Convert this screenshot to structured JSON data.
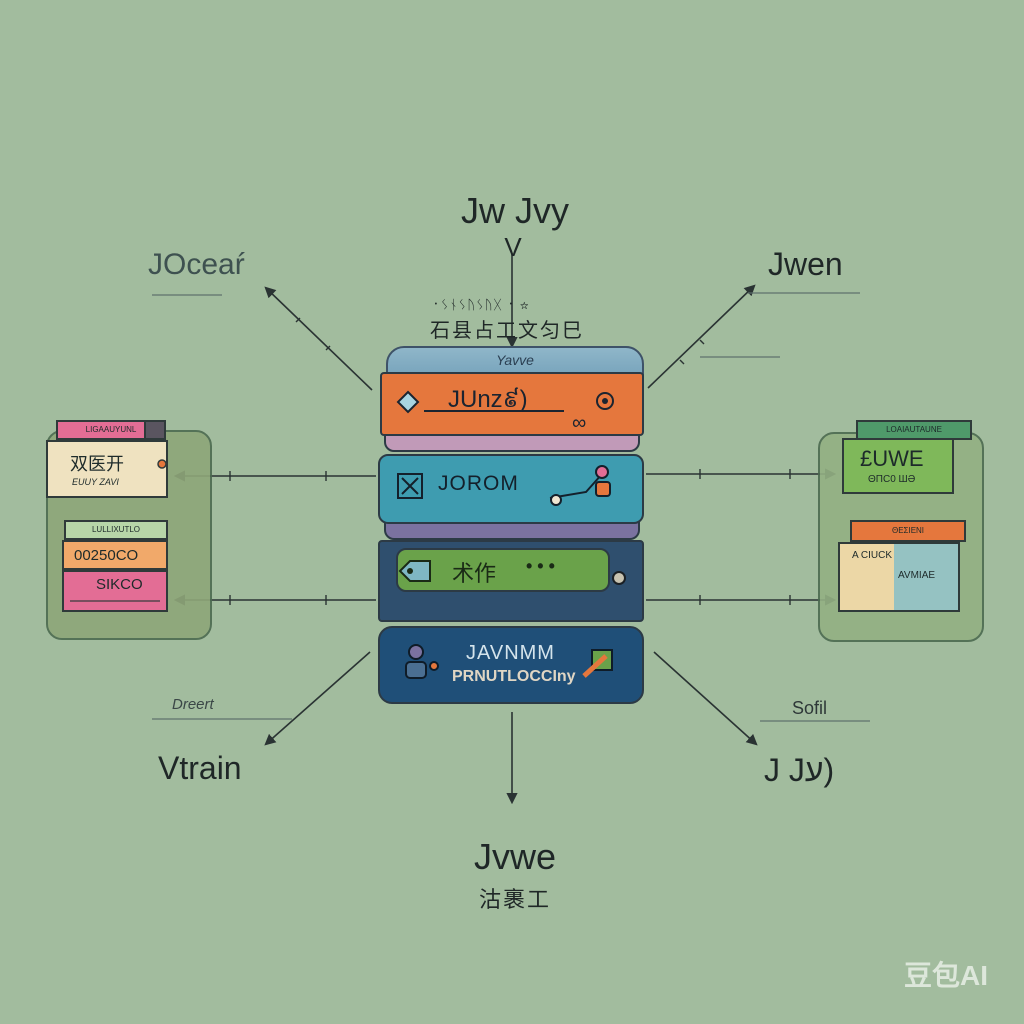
{
  "labels": {
    "top_title": "Jw Jvy",
    "top_sub": "V",
    "top_cn_small": "᛫ᛊᚾᛊᚢᛊᚢᚷ ᛫ ☆",
    "top_cn": "石县占工文匀巳",
    "top_left": "JOceaŕ",
    "top_right": "Jwen",
    "bottom_left_small": "Dreert",
    "bottom_left": "Vtrain",
    "bottom_right_small": "Sofil",
    "bottom_right": "J Jע)",
    "bottom_title": "Jvwe",
    "bottom_cn": "沽裹工"
  },
  "stack": {
    "cap_label": "Yavve",
    "layer1_label": "JUnz៩)",
    "layer1_sub": "∞",
    "layer2_label": "JOROM",
    "layer3_label": "术作",
    "layer3_dots": "• • •",
    "layer4_title": "JAVNMM",
    "layer4_sub": "PRNUTLOCCIny"
  },
  "left_cards": {
    "card1_tab": "LIGAAUYUNL",
    "card1_title": "双医开",
    "card1_sub": "EUUY ZAVI",
    "card2_tab": "LULLIXUTLO",
    "card2_value": "00250CO",
    "card3_value": "SIKCO"
  },
  "right_cards": {
    "card1_tab": "LOAIAUTAUNE",
    "card1_title": "£UWE",
    "card1_sub": "ΘΠC0 ШӘ",
    "card2_tab": "ΘΕΣΙΕΝΙ",
    "card2_left": "A CIUCK",
    "card2_right": "AVMIAE"
  },
  "watermark": "豆包AI",
  "colors": {
    "background": "#a2bc9e",
    "orange": "#e5773d",
    "teal": "#3e9cb0",
    "navy": "#2f4f6e",
    "green": "#6aa24a",
    "pink": "#e36d95"
  }
}
